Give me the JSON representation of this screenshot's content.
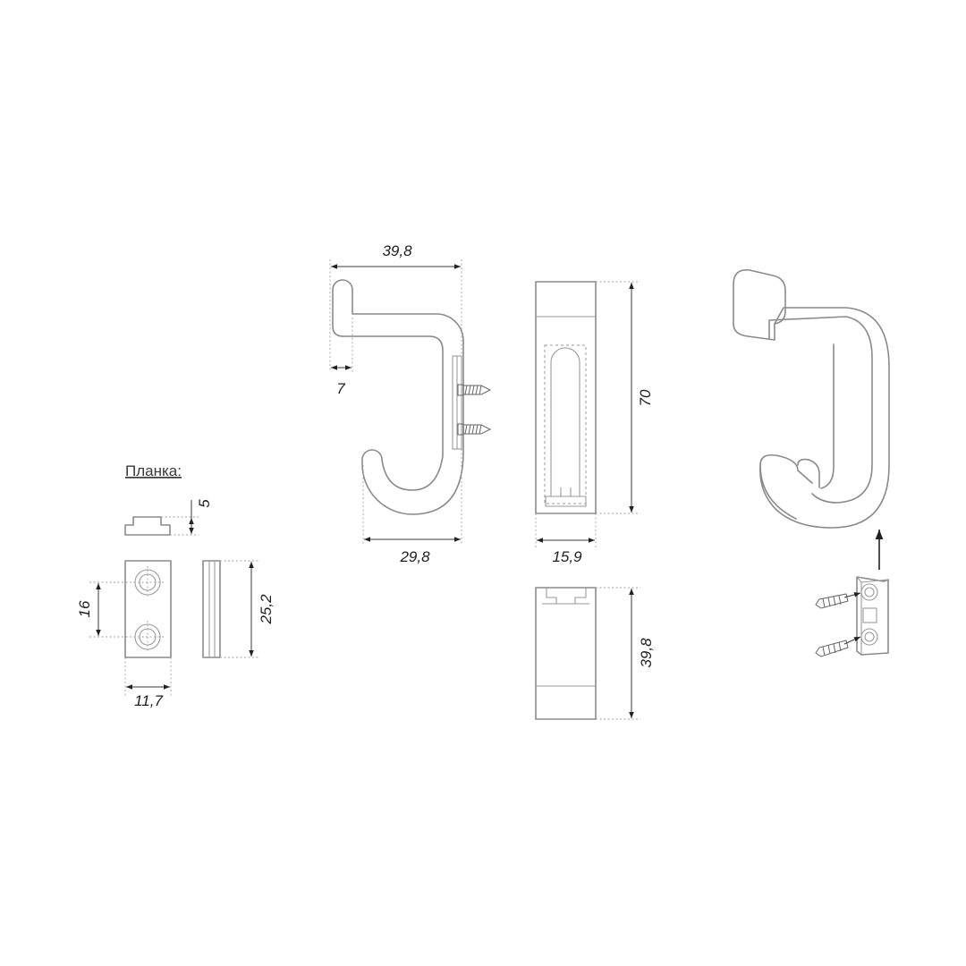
{
  "labels": {
    "plate_title": "Планка:"
  },
  "dimensions": {
    "hook_width": "39,8",
    "hook_top_thickness": "7",
    "hook_bottom_width": "29,8",
    "front_height": "70",
    "front_width": "15,9",
    "top_view_depth": "39,8",
    "plate_height": "5",
    "plate_hole_spacing": "16",
    "plate_length": "25,2",
    "plate_width": "11,7"
  },
  "colors": {
    "outline": "#8a8a8a",
    "dimension": "#3a3a3a",
    "text": "#1e1e1e"
  }
}
